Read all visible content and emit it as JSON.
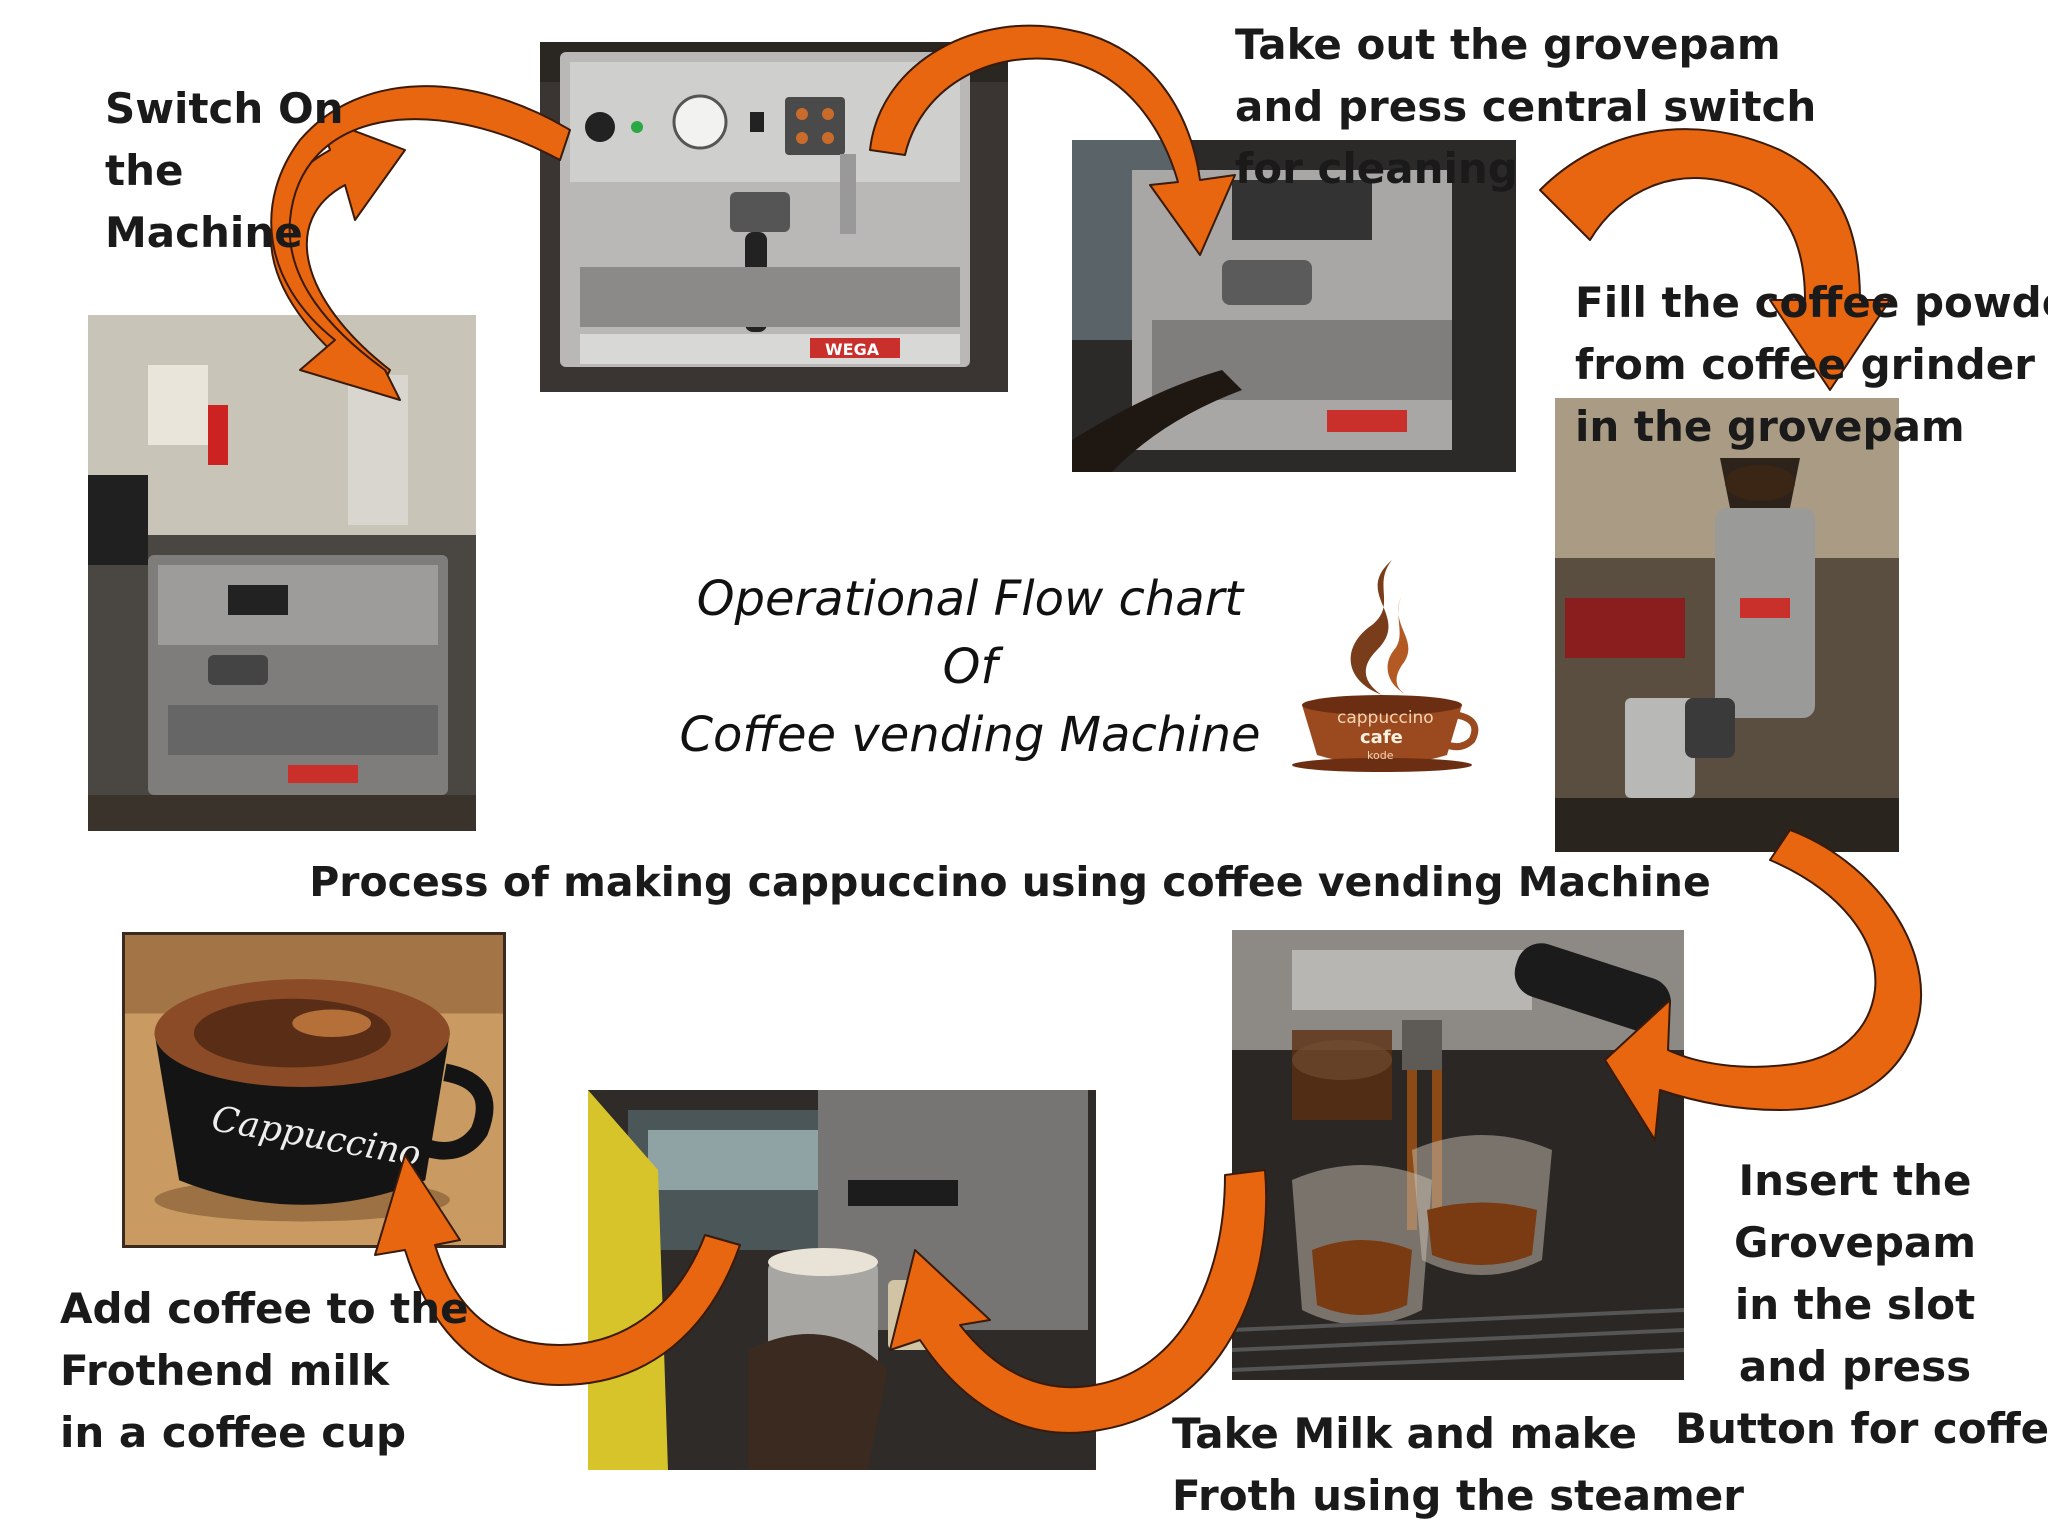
{
  "title": "Operational Flow chart\nOf\nCoffee vending Machine",
  "subtitle": "Process of making cappuccino using coffee vending Machine",
  "logo": {
    "line1": "cappuccino",
    "line2": "cafe",
    "line3": "kode"
  },
  "machine_brand": "WEGA",
  "cup_text": "Cappuccino",
  "steps": [
    {
      "text": "Switch On\nthe\nMachine"
    },
    {
      "text": "Take out the grovepam\nand press central switch\nfor cleaning"
    },
    {
      "text": "Fill the coffee powder\nfrom coffee grinder\nin the grovepam"
    },
    {
      "text": "Insert the\nGrovepam\nin the slot\nand press\nButton for coffee"
    },
    {
      "text": "Take Milk and make\nFroth using the steamer"
    },
    {
      "text": "Add coffee to the\nFrothend milk\nin a coffee cup"
    }
  ],
  "colors": {
    "arrow": "#e8660f",
    "arrow_outline": "#3a1a08"
  }
}
